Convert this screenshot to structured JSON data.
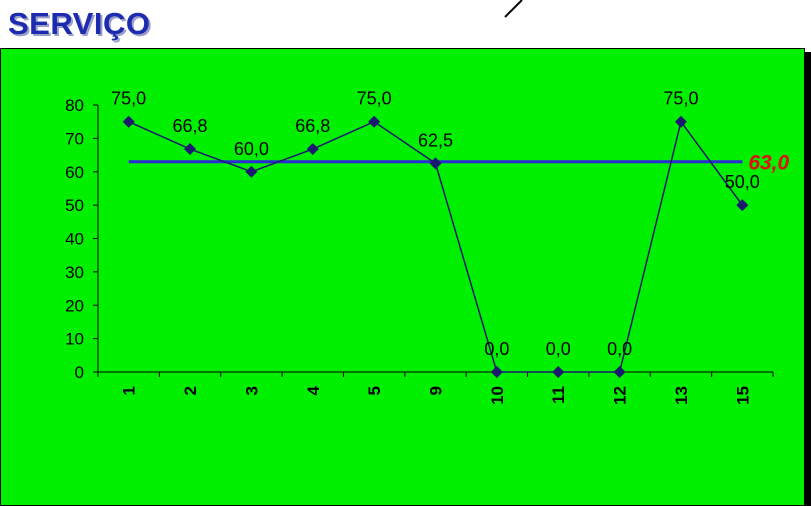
{
  "page": {
    "title": "SERVIÇO",
    "title_color": "#1c2bb0"
  },
  "chart_data": {
    "type": "line",
    "title": "",
    "xlabel": "",
    "ylabel": "",
    "categories": [
      "1",
      "2",
      "3",
      "4",
      "5",
      "9",
      "10",
      "11",
      "12",
      "13",
      "15"
    ],
    "series": [
      {
        "values": [
          75.0,
          66.8,
          60.0,
          66.8,
          75.0,
          62.5,
          0.0,
          0.0,
          0.0,
          75.0,
          50.0
        ],
        "labels": [
          "75,0",
          "66,8",
          "60,0",
          "66,8",
          "75,0",
          "62,5",
          "0,0",
          "0,0",
          "0,0",
          "75,0",
          "50,0"
        ],
        "color": "#1a1a6e",
        "marker": "diamond"
      }
    ],
    "average": {
      "value": 63.0,
      "label": "63,0",
      "color": "#2a2ad6",
      "label_color": "#e01010"
    },
    "yticks": [
      "0",
      "10",
      "20",
      "30",
      "40",
      "50",
      "60",
      "70",
      "80"
    ],
    "ylim": [
      0,
      80
    ],
    "grid": false,
    "legend": "none",
    "background": "#00f000"
  }
}
